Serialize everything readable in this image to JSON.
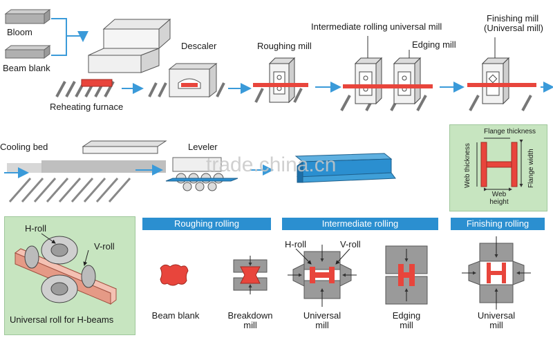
{
  "labels": {
    "bloom": "Bloom",
    "beam_blank": "Beam blank",
    "reheating_furnace": "Reheating furnace",
    "descaler": "Descaler",
    "roughing_mill": "Roughing mill",
    "intermediate_rolling_universal_mill": "Intermediate rolling universal mill",
    "edging_mill": "Edging mill",
    "finishing_mill_line1": "Finishing mill",
    "finishing_mill_line2": "(Universal mill)",
    "cooling_bed": "Cooling bed",
    "leveler": "Leveler",
    "flange_thickness": "Flange thickness",
    "web_thickness": "Web thickness",
    "flange_width": "Flange width",
    "web_height_line1": "Web",
    "web_height_line2": "height",
    "h_roll": "H-roll",
    "v_roll": "V-roll",
    "universal_roll_caption": "Universal roll for H-beams",
    "h_roll_2": "H-roll",
    "v_roll_2": "V-roll"
  },
  "banners": {
    "roughing": "Roughing rolling",
    "intermediate": "Intermediate rolling",
    "finishing": "Finishing rolling"
  },
  "steps": {
    "beam_blank": "Beam blank",
    "breakdown_line1": "Breakdown",
    "breakdown_line2": "mill",
    "universal1_line1": "Universal",
    "universal1_line2": "mill",
    "edging_line1": "Edging",
    "edging_line2": "mill",
    "universal2_line1": "Universal",
    "universal2_line2": "mill"
  },
  "watermark": "trade.china.cn",
  "colors": {
    "steel_red": "#e8453c",
    "banner_blue": "#2b8fd0",
    "flow_arrow": "#3a9ad9",
    "panel_green": "#c7e5c0",
    "machine_gray": "#9a9a9a"
  }
}
